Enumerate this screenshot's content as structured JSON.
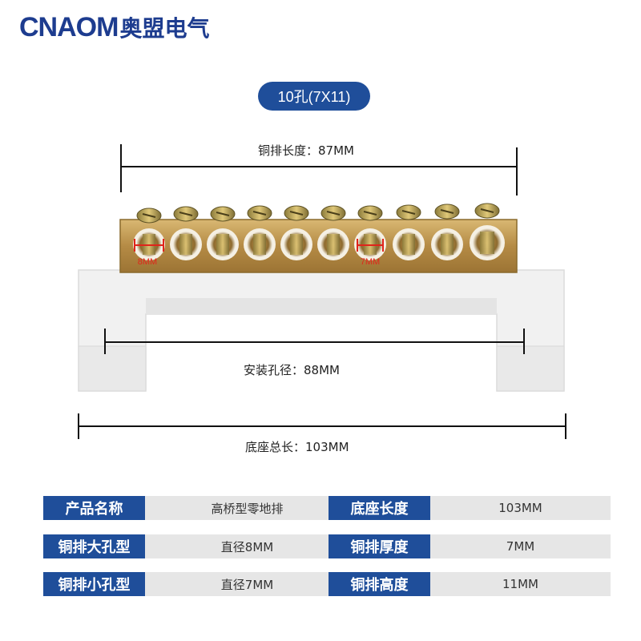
{
  "brand": {
    "latin": "CNAOM",
    "chinese": "奥盟电气"
  },
  "model_badge": "10孔(7X11)",
  "dimensions": {
    "busbar_length": "铜排长度：87MM",
    "hole_spacing": "安装孔径：88MM",
    "base_length": "底座总长：103MM",
    "large_hole": "8MM",
    "small_hole": "7MM"
  },
  "specs": [
    {
      "k1": "产品名称",
      "v1": "高桥型零地排",
      "k2": "底座长度",
      "v2": "103MM"
    },
    {
      "k1": "铜排大孔型",
      "v1": "直径8MM",
      "k2": "铜排厚度",
      "v2": "7MM"
    },
    {
      "k1": "铜排小孔型",
      "v1": "直径7MM",
      "k2": "铜排高度",
      "v2": "11MM"
    }
  ],
  "colors": {
    "accent": "#1f4e9a",
    "brass": "#c7a15a",
    "base": "#f1f1f1"
  }
}
